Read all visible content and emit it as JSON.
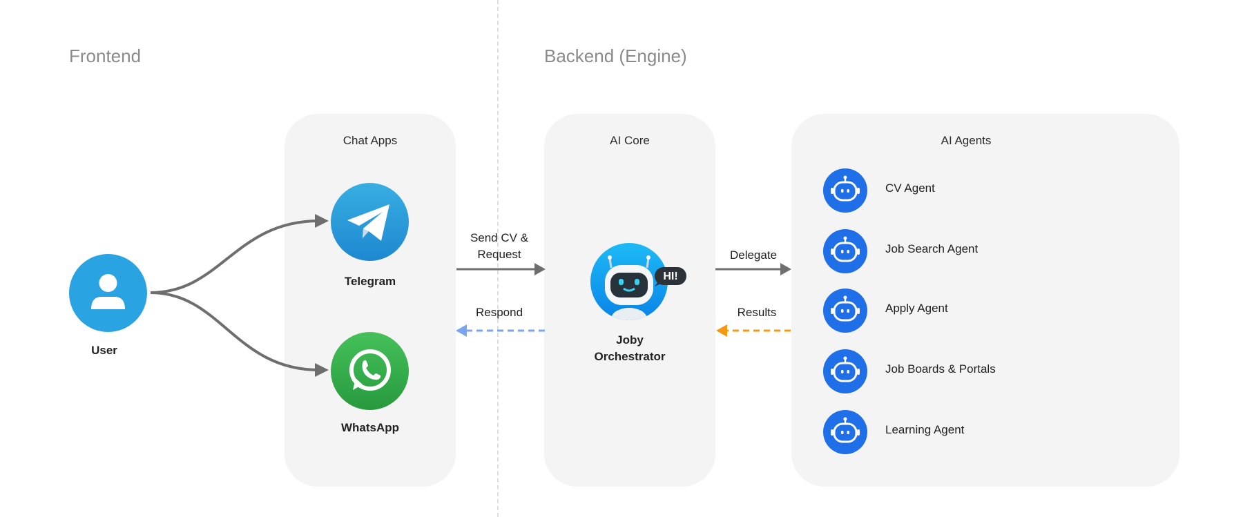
{
  "sections": {
    "frontend": "Frontend",
    "backend": "Backend (Engine)"
  },
  "user": {
    "label": "User"
  },
  "chat_apps": {
    "title": "Chat Apps",
    "telegram": "Telegram",
    "whatsapp": "WhatsApp"
  },
  "ai_core": {
    "title": "AI Core",
    "orchestrator_line1": "Joby",
    "orchestrator_line2": "Orchestrator",
    "bubble": "HI!"
  },
  "ai_agents": {
    "title": "AI Agents",
    "items": [
      {
        "label": "CV Agent",
        "icon": "robot-icon"
      },
      {
        "label": "Job Search Agent",
        "icon": "robot-icon"
      },
      {
        "label": "Apply Agent",
        "icon": "robot-icon"
      },
      {
        "label": "Job Boards & Portals",
        "icon": "robot-icon"
      },
      {
        "label": "Learning Agent",
        "icon": "robot-icon"
      }
    ]
  },
  "flows": {
    "send_line1": "Send CV &",
    "send_line2": "Request",
    "respond": "Respond",
    "delegate": "Delegate",
    "results": "Results"
  },
  "colors": {
    "telegram": "#2a9fe0",
    "whatsapp": "#34b04a",
    "user": "#2aa3e3",
    "agent": "#1f6fe8",
    "respond_arrow": "#7aa3f0",
    "results_arrow": "#f39a12",
    "arrow": "#6e6e6e"
  }
}
